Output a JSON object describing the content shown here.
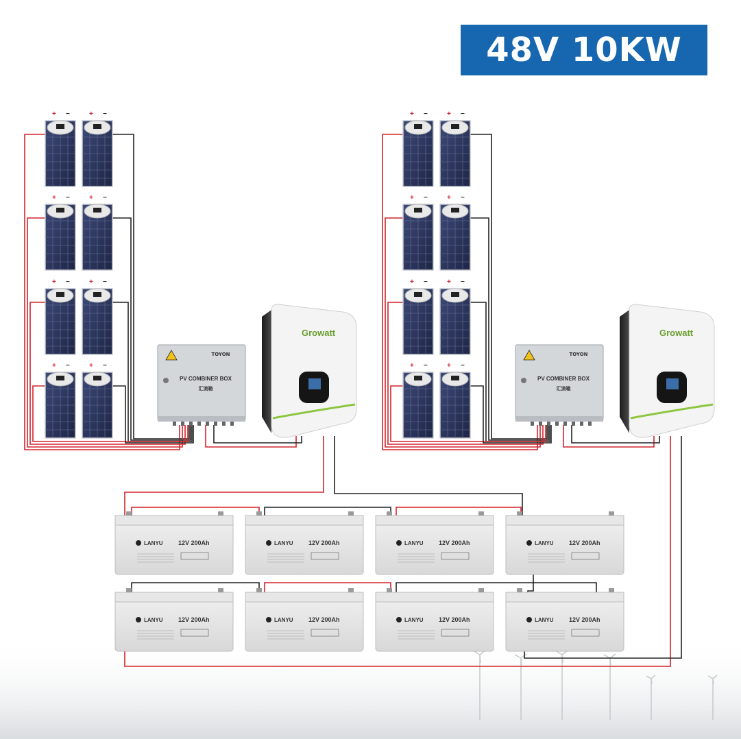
{
  "title": "48V 10KW",
  "pv_array": {
    "terminal_plus": "+",
    "terminal_minus": "−"
  },
  "combiner_box": {
    "label": "PV COMBINER BOX",
    "label_cn": "汇流箱",
    "brand": "TOYON"
  },
  "inverter": {
    "brand": "Growatt"
  },
  "battery": {
    "brand": "LANYU",
    "capacity": "12V 200Ah",
    "count": 8
  },
  "colors": {
    "banner": "#1667b0",
    "positive_wire": "#d2232a",
    "negative_wire": "#222222",
    "inverter_stripe": "#8cc63f"
  }
}
